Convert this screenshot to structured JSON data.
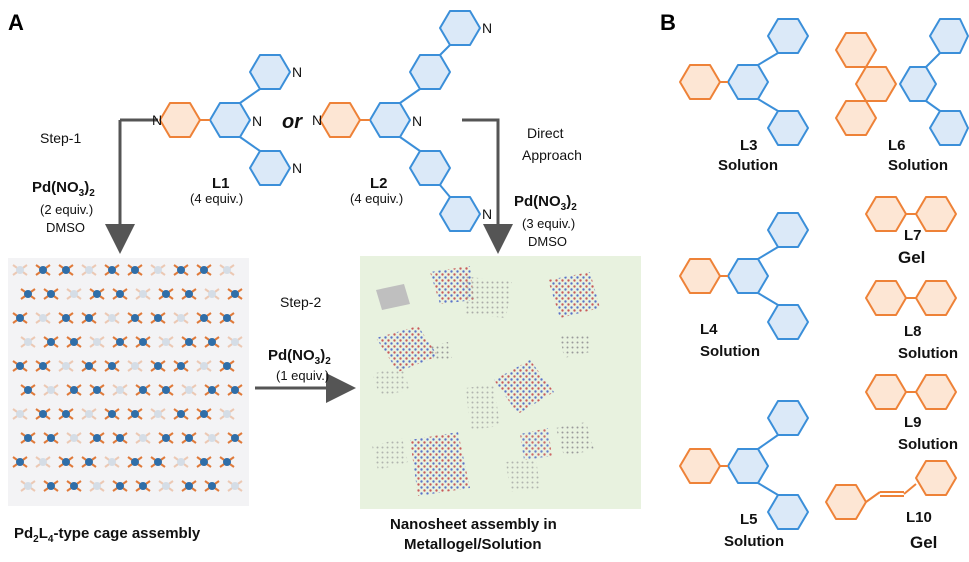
{
  "panels": {
    "a": "A",
    "b": "B"
  },
  "colors": {
    "blue": "#3b8fd9",
    "orange": "#ee8238",
    "gel": "#2bb34a",
    "arrow": "#555555"
  },
  "panel_a": {
    "L1": {
      "name": "L1",
      "equiv": "(4 equiv.)"
    },
    "or_text": "or",
    "L2": {
      "name": "L2",
      "equiv": "(4 equiv.)"
    },
    "step1": "Step-1",
    "step2": "Step-2",
    "direct_line1": "Direct",
    "direct_line2": "Approach",
    "reagent_base": "Pd(NO",
    "reagent_sub": "3",
    "reagent_close": ")",
    "reagent_sub2": "2",
    "cond_step1": "(2 equiv.)",
    "cond_direct": "(3 equiv.)",
    "cond_step2": "(1 equiv.)",
    "solvent": "DMSO",
    "cage_caption": {
      "p1": "Pd",
      "s1": "2",
      "p2": "L",
      "s2": "4",
      "p3": "-type cage assembly"
    },
    "nanosheet_caption_line1": "Nanosheet assembly in",
    "nanosheet_caption_line2": "Metallogel/Solution"
  },
  "panel_b": {
    "ligands": [
      {
        "name": "L3",
        "state": "Solution"
      },
      {
        "name": "L6",
        "state": "Solution"
      },
      {
        "name": "L7",
        "state": "Gel"
      },
      {
        "name": "L4",
        "state": "Solution"
      },
      {
        "name": "L8",
        "state": "Solution"
      },
      {
        "name": "L9",
        "state": "Solution"
      },
      {
        "name": "L5",
        "state": "Solution"
      },
      {
        "name": "L10",
        "state": "Gel"
      }
    ]
  },
  "atom_label": "N"
}
